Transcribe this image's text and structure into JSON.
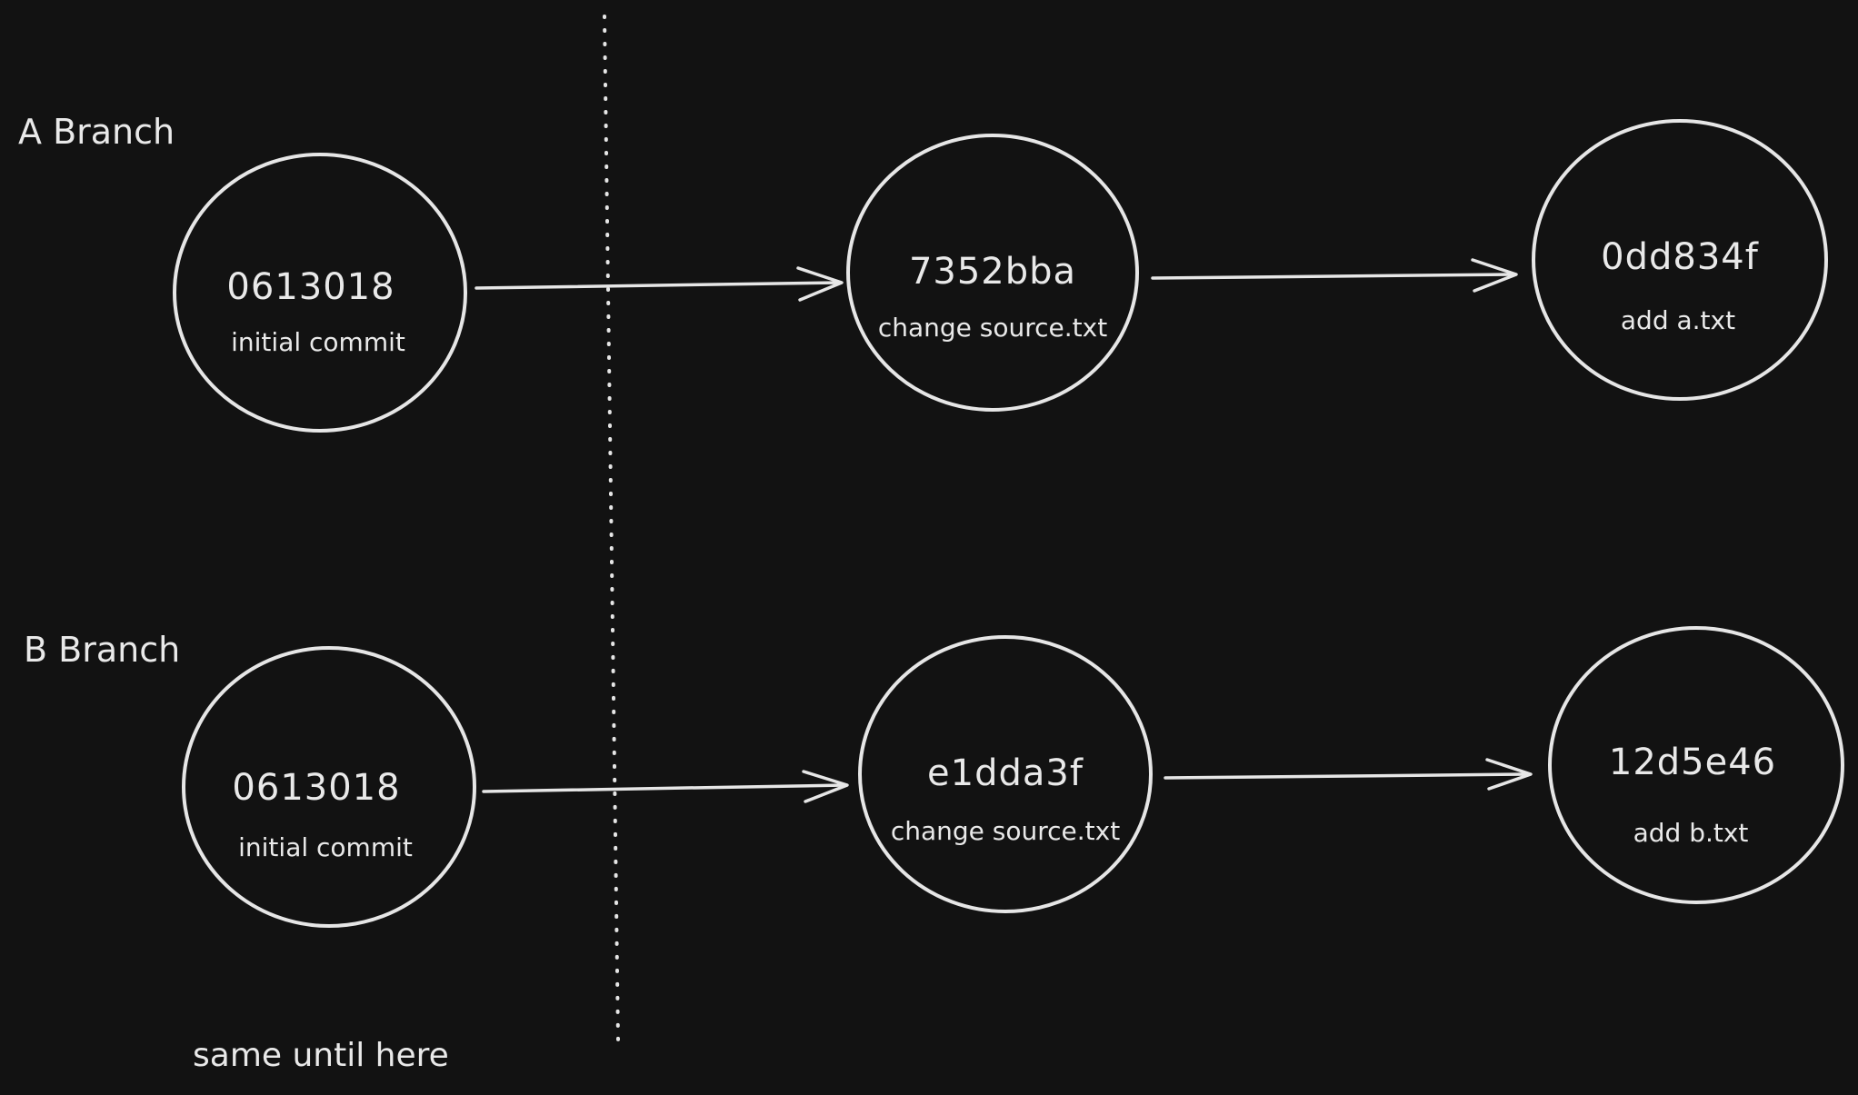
{
  "branches": [
    {
      "label": "A Branch",
      "commits": [
        {
          "hash": "0613018",
          "message": "initial commit"
        },
        {
          "hash": "7352bba",
          "message": "change source.txt"
        },
        {
          "hash": "0dd834f",
          "message": "add a.txt"
        }
      ]
    },
    {
      "label": "B Branch",
      "commits": [
        {
          "hash": "0613018",
          "message": "initial commit"
        },
        {
          "hash": "e1dda3f",
          "message": "change source.txt"
        },
        {
          "hash": "12d5e46",
          "message": "add b.txt"
        }
      ]
    }
  ],
  "divider_note": "same until here",
  "colors": {
    "background": "#121212",
    "ink": "#e6e6e6"
  }
}
